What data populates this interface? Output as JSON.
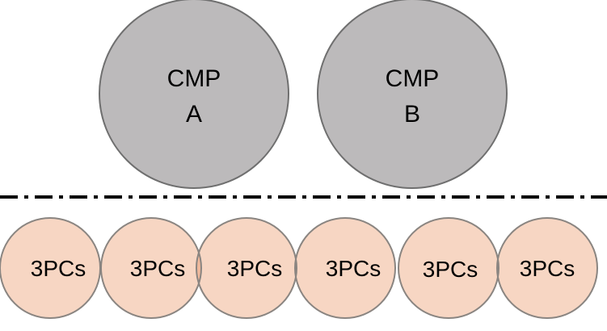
{
  "colors": {
    "cmp_fill": "#bcbabb",
    "cmp_stroke": "#6f6f6f",
    "pc_fill": "#f7d6c3",
    "pc_overlap": "#f0b99c",
    "pc_stroke": "#8a8581",
    "divider": "#000000",
    "text": "#000000"
  },
  "cmps": [
    {
      "line1": "CMP",
      "line2": "A"
    },
    {
      "line1": "CMP",
      "line2": "B"
    }
  ],
  "pcs": [
    {
      "label": "3PCs"
    },
    {
      "label": "3PCs"
    },
    {
      "label": "3PCs"
    },
    {
      "label": "3PCs"
    },
    {
      "label": "3PCs"
    },
    {
      "label": "3PCs"
    }
  ]
}
